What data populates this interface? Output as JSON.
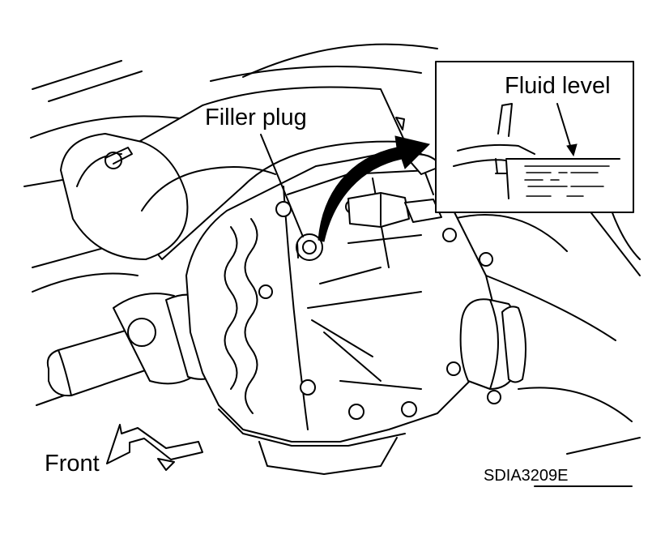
{
  "labels": {
    "filler_plug": "Filler plug",
    "fluid_level": "Fluid level",
    "front": "Front",
    "figure_code": "SDIA3209E"
  },
  "colors": {
    "line": "#000000",
    "background": "#ffffff"
  },
  "icons": {
    "direction_arrow": "front-direction-arrow-icon",
    "callout_arrow": "callout-arrow-icon"
  }
}
